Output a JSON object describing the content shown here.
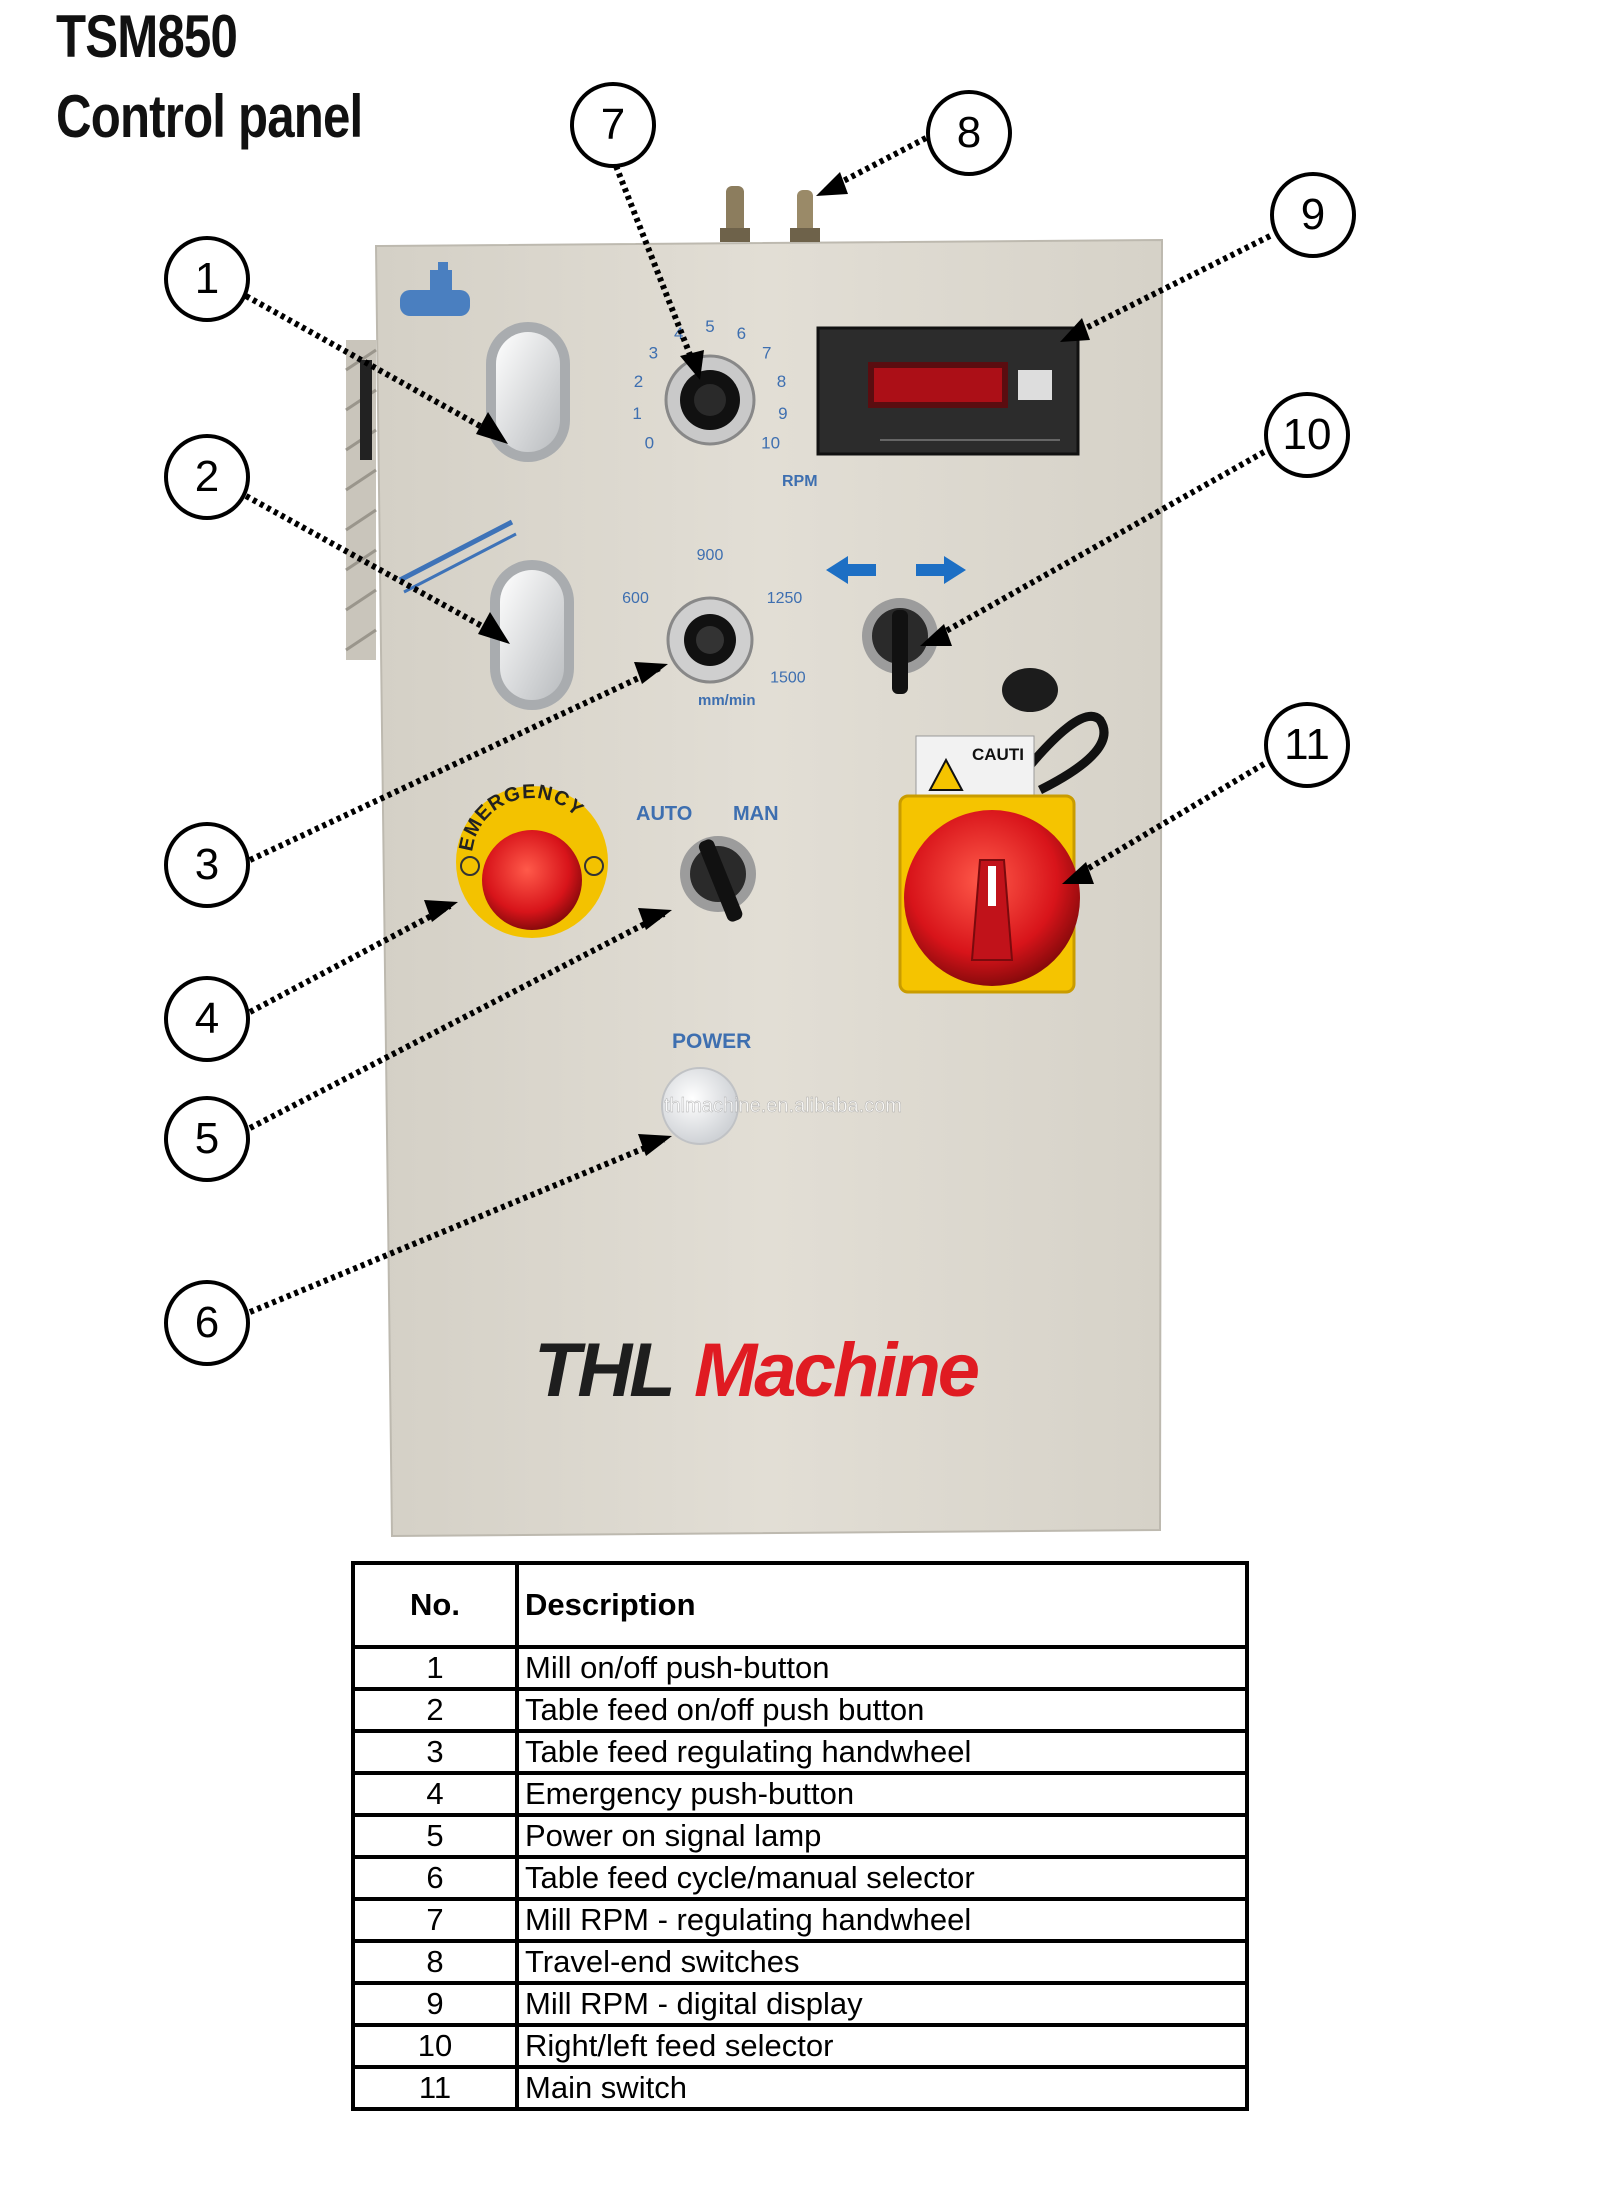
{
  "header": {
    "model": "TSM850",
    "subtitle": "Control panel"
  },
  "panel": {
    "rpm_scale": [
      "0",
      "1",
      "2",
      "3",
      "4",
      "5",
      "6",
      "7",
      "8",
      "9",
      "10"
    ],
    "rpm_unit": "RPM",
    "feed_scale": [
      "600",
      "900",
      "1250",
      "1500"
    ],
    "feed_unit": "mm/min",
    "mode_labels": {
      "auto": "AUTO",
      "man": "MAN"
    },
    "power_label": "POWER",
    "emergency_label": "EMERGENCY",
    "caution_label": "CAUTI",
    "brand": {
      "part1": "THL",
      "part2": "Machine"
    },
    "watermark": "thlmachine.en.alibaba.com",
    "colors": {
      "panel": "#dedad0",
      "emergency": "#d8141a",
      "switch_base": "#f5c400",
      "brand_red": "#e01b22",
      "arrow_blue": "#1d6fc4",
      "display_red": "#c8101a"
    }
  },
  "callouts": [
    "1",
    "2",
    "3",
    "4",
    "5",
    "6",
    "7",
    "8",
    "9",
    "10",
    "11"
  ],
  "legend": {
    "headers": {
      "no": "No.",
      "description": "Description"
    },
    "rows": [
      {
        "no": "1",
        "description": "Mill on/off push-button"
      },
      {
        "no": "2",
        "description": "Table feed on/off push button"
      },
      {
        "no": "3",
        "description": "Table feed regulating handwheel"
      },
      {
        "no": "4",
        "description": "Emergency push-button"
      },
      {
        "no": "5",
        "description": "Power on signal lamp"
      },
      {
        "no": "6",
        "description": "Table feed cycle/manual selector"
      },
      {
        "no": "7",
        "description": "Mill RPM - regulating handwheel"
      },
      {
        "no": "8",
        "description": "Travel-end switches"
      },
      {
        "no": "9",
        "description": "Mill RPM - digital display"
      },
      {
        "no": "10",
        "description": "Right/left feed selector"
      },
      {
        "no": "11",
        "description": "Main switch"
      }
    ]
  }
}
